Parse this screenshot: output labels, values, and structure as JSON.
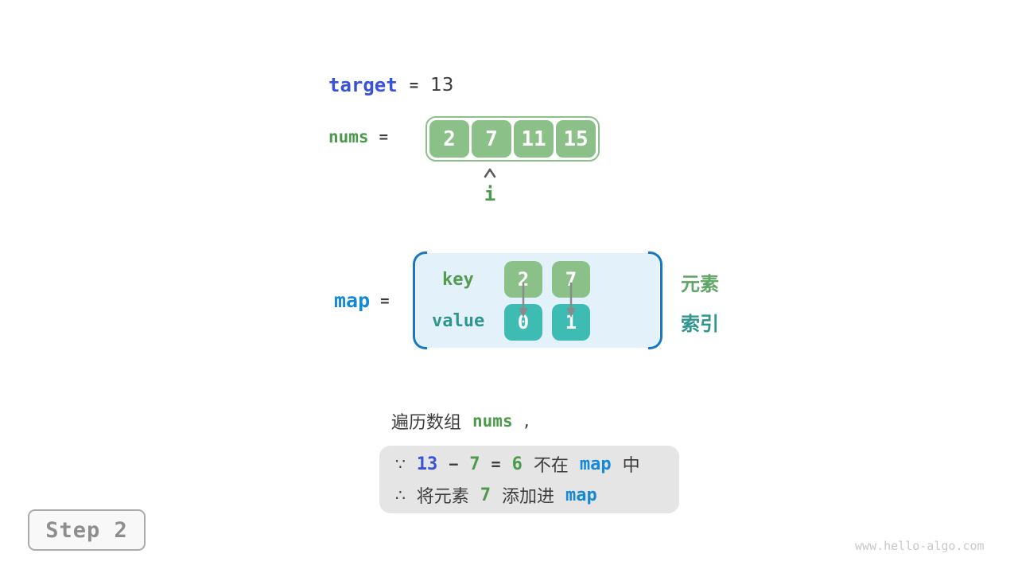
{
  "palette": {
    "keyword_blue": "#3A52D8",
    "keyword_cyan": "#1689D6",
    "keyword_green": "#4C9B4C",
    "keyword_teal": "#2E968E",
    "box_green": "#8BC089",
    "box_teal": "#3EBBB3",
    "map_panel_bg": "#E3F1FA",
    "bracket_blue": "#1878C6",
    "note_bg": "#E5E5E5",
    "text_dark": "#3C3C3C",
    "step_gray": "#8E8E8E",
    "arrow_gray": "#8A8A8A",
    "watermark_gray": "#C9C9C9"
  },
  "target_line": {
    "keyword": "target",
    "equals": "=",
    "value": "13"
  },
  "nums_line": {
    "keyword": "nums",
    "equals": "=",
    "values": [
      "2",
      "7",
      "11",
      "15"
    ],
    "pointer_label": "i"
  },
  "map_section": {
    "keyword": "map",
    "equals": "=",
    "key_label": "key",
    "value_label": "value",
    "keys": [
      "2",
      "7"
    ],
    "values": [
      "0",
      "1"
    ],
    "annotation_top": "元素",
    "annotation_bottom": "索引"
  },
  "caption": {
    "prefix": "遍历数组",
    "code": "nums",
    "comma": ","
  },
  "note": {
    "because_line": [
      "∵",
      "13",
      "−",
      "7",
      "=",
      "6",
      "不在",
      "map",
      "中"
    ],
    "therefore_line": [
      "∴",
      "将元素",
      "7",
      "添加进",
      "map"
    ]
  },
  "step_label": "Step 2",
  "watermark": "www.hello-algo.com"
}
